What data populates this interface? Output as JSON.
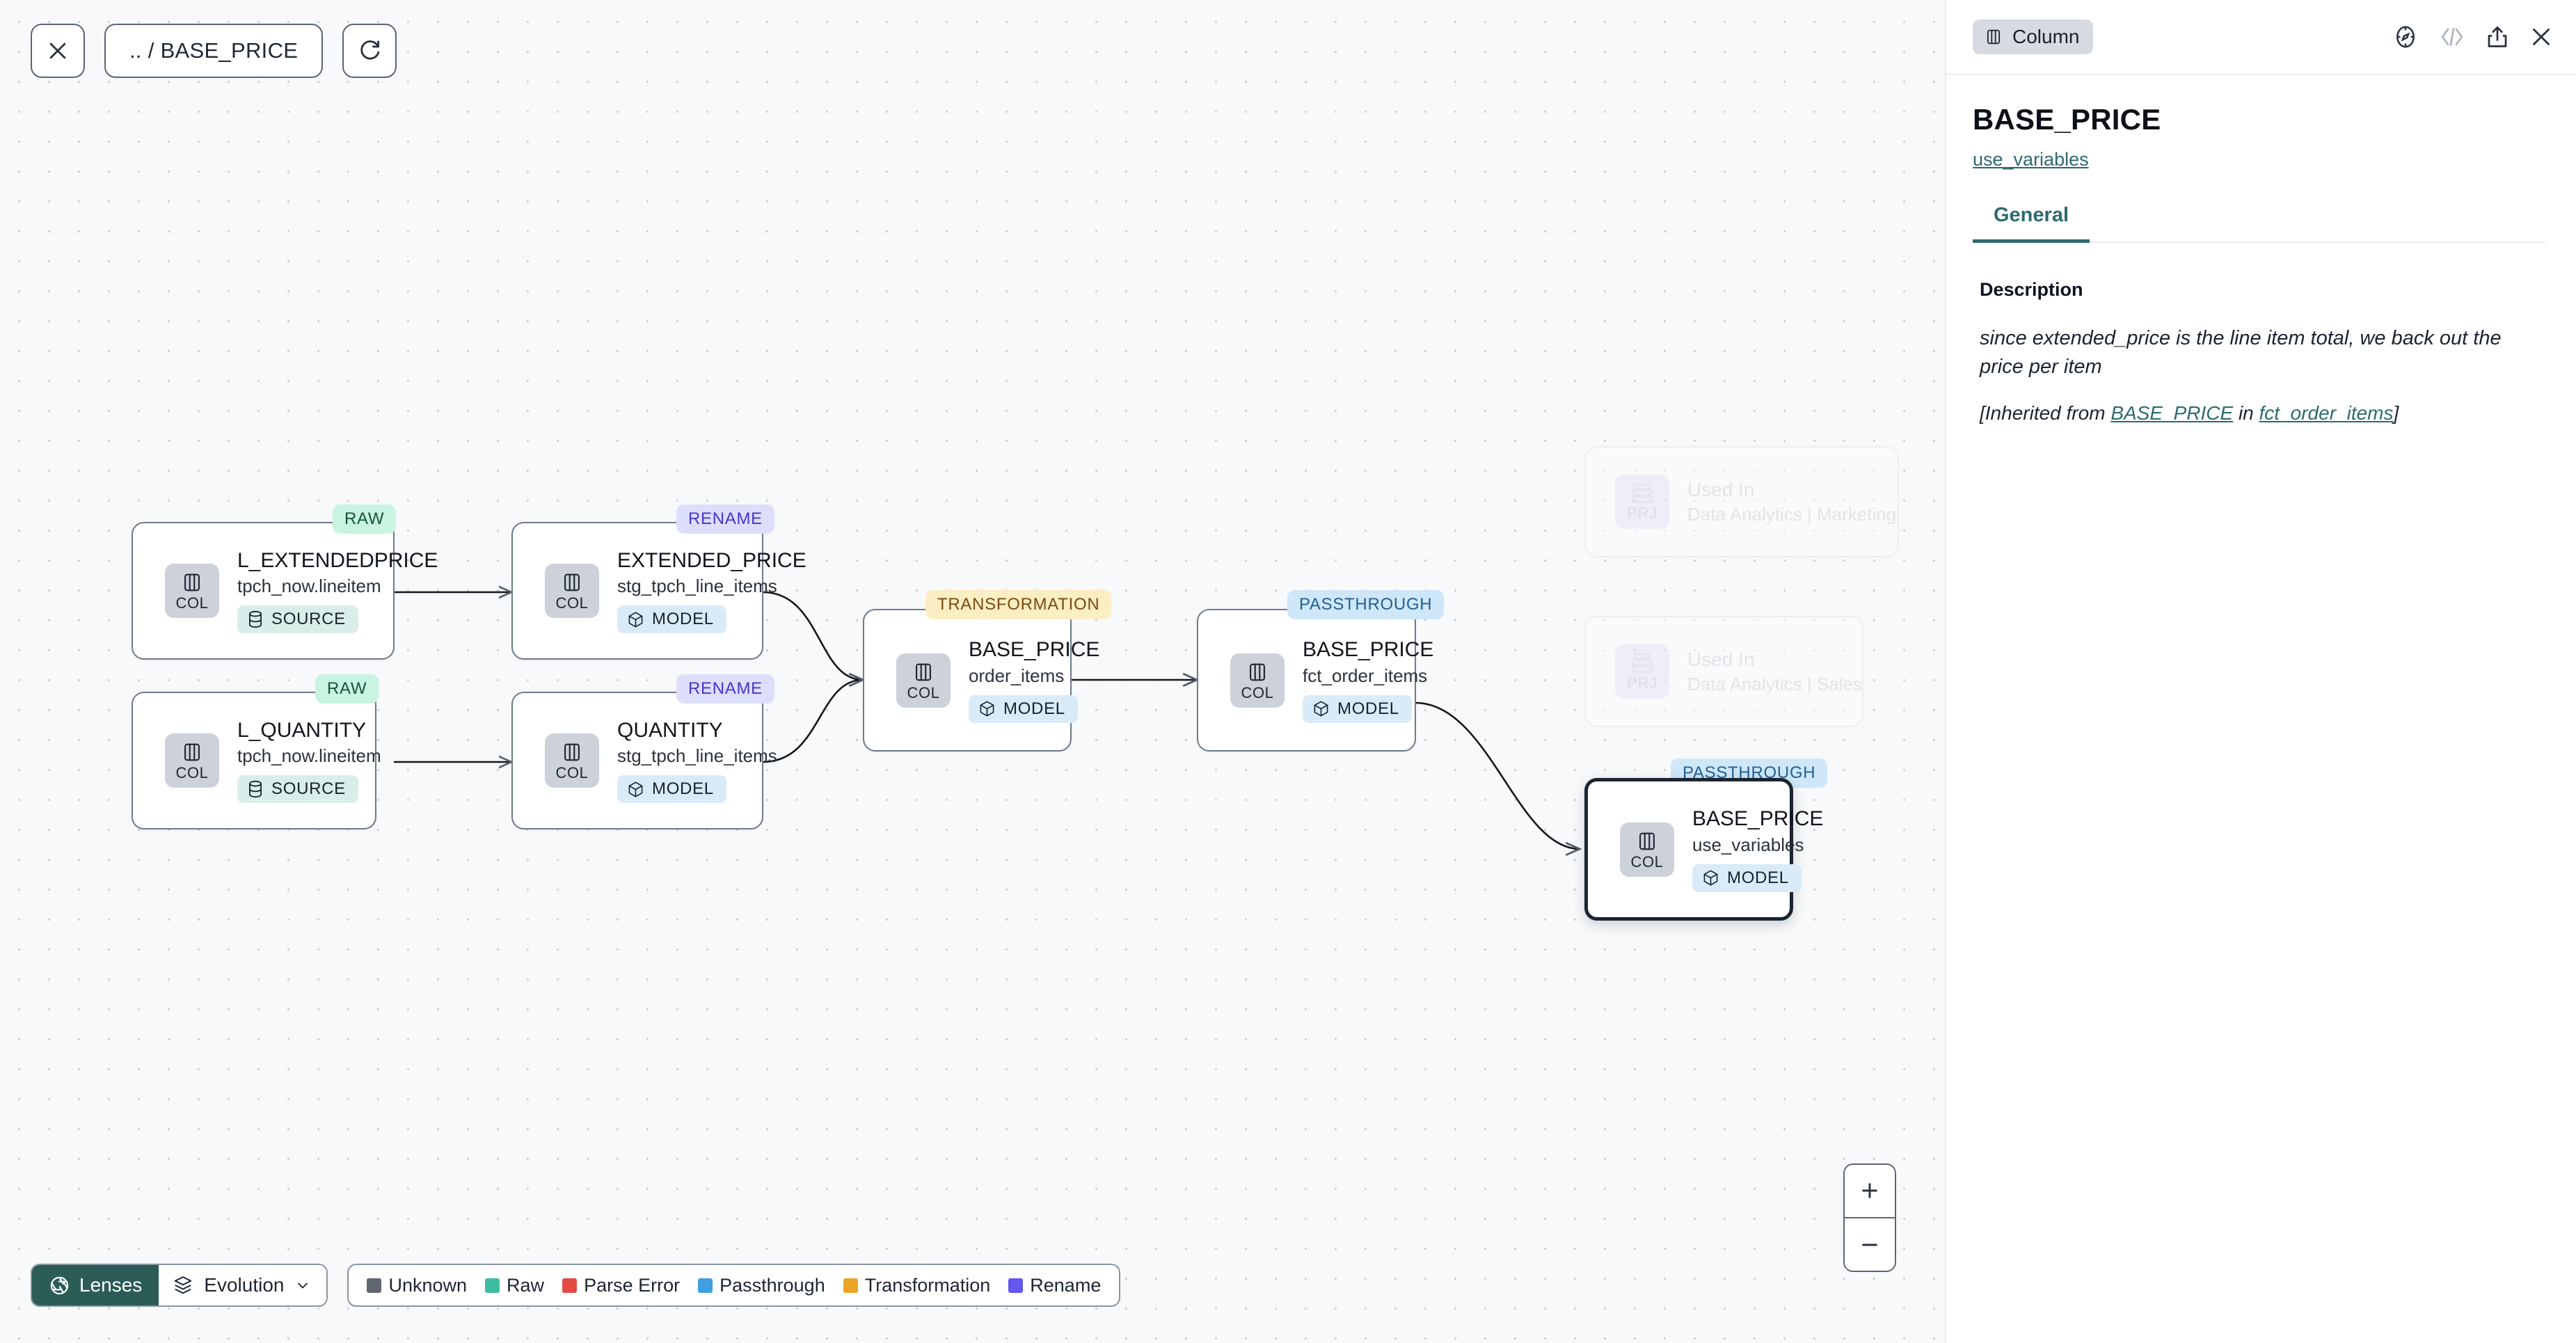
{
  "toolbar": {
    "close_icon": "close-icon",
    "breadcrumb": ".. / BASE_PRICE",
    "refresh_icon": "refresh-icon"
  },
  "graph": {
    "nodes": [
      {
        "id": "l_extendedprice",
        "tag": "RAW",
        "tag_kind": "raw",
        "badge": "COL",
        "badge_icon": "column-icon",
        "title": "L_EXTENDEDPRICE",
        "subtitle": "tpch_now.lineitem",
        "kind": "SOURCE",
        "kind_icon": "database-icon",
        "selected": false
      },
      {
        "id": "l_quantity",
        "tag": "RAW",
        "tag_kind": "raw",
        "badge": "COL",
        "badge_icon": "column-icon",
        "title": "L_QUANTITY",
        "subtitle": "tpch_now.lineitem",
        "kind": "SOURCE",
        "kind_icon": "database-icon",
        "selected": false
      },
      {
        "id": "extended_price",
        "tag": "RENAME",
        "tag_kind": "rename",
        "badge": "COL",
        "badge_icon": "column-icon",
        "title": "EXTENDED_PRICE",
        "subtitle": "stg_tpch_line_items",
        "kind": "MODEL",
        "kind_icon": "cube-icon",
        "selected": false
      },
      {
        "id": "quantity",
        "tag": "RENAME",
        "tag_kind": "rename",
        "badge": "COL",
        "badge_icon": "column-icon",
        "title": "QUANTITY",
        "subtitle": "stg_tpch_line_items",
        "kind": "MODEL",
        "kind_icon": "cube-icon",
        "selected": false
      },
      {
        "id": "base_price_order_items",
        "tag": "TRANSFORMATION",
        "tag_kind": "transformation",
        "badge": "COL",
        "badge_icon": "column-icon",
        "title": "BASE_PRICE",
        "subtitle": "order_items",
        "kind": "MODEL",
        "kind_icon": "cube-icon",
        "selected": false
      },
      {
        "id": "base_price_fct_order_items",
        "tag": "PASSTHROUGH",
        "tag_kind": "passthrough",
        "badge": "COL",
        "badge_icon": "column-icon",
        "title": "BASE_PRICE",
        "subtitle": "fct_order_items",
        "kind": "MODEL",
        "kind_icon": "cube-icon",
        "selected": false
      },
      {
        "id": "base_price_use_variables",
        "tag": "PASSTHROUGH",
        "tag_kind": "passthrough",
        "badge": "COL",
        "badge_icon": "column-icon",
        "title": "BASE_PRICE",
        "subtitle": "use_variables",
        "kind": "MODEL",
        "kind_icon": "cube-icon",
        "selected": true
      }
    ],
    "ghost_nodes": [
      {
        "id": "used_in_marketing",
        "badge": "PRJ",
        "badge_icon": "project-icon",
        "title": "Used In",
        "subtitle": "Data Analytics | Marketing"
      },
      {
        "id": "used_in_sales",
        "badge": "PRJ",
        "badge_icon": "project-icon",
        "title": "Used In",
        "subtitle": "Data Analytics | Sales"
      }
    ]
  },
  "bottom": {
    "lenses_label": "Lenses",
    "lenses_icon": "aperture-icon",
    "evolution_label": "Evolution",
    "evolution_icon": "layers-icon",
    "evolution_caret": "chevron-down-icon",
    "legend": [
      {
        "label": "Unknown",
        "color": "#606770"
      },
      {
        "label": "Raw",
        "color": "#3dbda0"
      },
      {
        "label": "Parse Error",
        "color": "#e14b44"
      },
      {
        "label": "Passthrough",
        "color": "#3f9fe0"
      },
      {
        "label": "Transformation",
        "color": "#e9a523"
      },
      {
        "label": "Rename",
        "color": "#6456ee"
      }
    ],
    "zoom_in": "+",
    "zoom_out": "−"
  },
  "panel": {
    "chip_label": "Column",
    "chip_icon": "column-icon",
    "icons": {
      "explore": "compass-icon",
      "code": "code-icon",
      "share": "share-icon",
      "close": "close-icon"
    },
    "title": "BASE_PRICE",
    "subtitle_link": "use_variables",
    "tabs": [
      {
        "label": "General",
        "active": true
      }
    ],
    "description": {
      "label": "Description",
      "text": "since extended_price is the line item total, we back out the price per item",
      "inherited_prefix": "[Inherited from ",
      "inherited_link_1": "BASE_PRICE",
      "inherited_middle": " in ",
      "inherited_link_2": "fct_order_items",
      "inherited_suffix": "]"
    }
  },
  "colors": {
    "accent_teal": "#2d6a6e",
    "lenses_bg": "#2b5c55",
    "selected_border": "#1c2430"
  }
}
